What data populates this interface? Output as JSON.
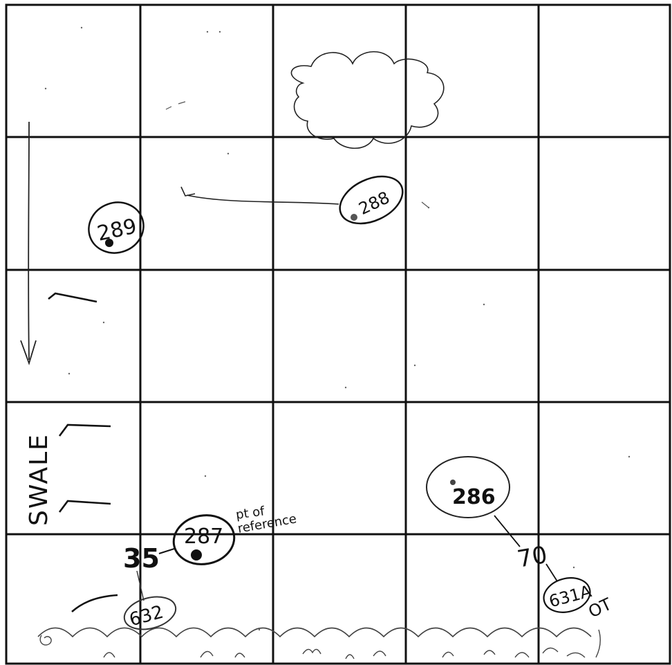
{
  "sketch": {
    "swale_label": "SWALE",
    "trees": {
      "t289": "289",
      "t288": "288",
      "t287": "287",
      "t286": "286",
      "t632": "632",
      "t631A": "631A"
    },
    "reference_note_line1": "pt of",
    "reference_note_line2": "reference",
    "distance_to_632": "35",
    "distance_to_631A": "70",
    "ot_label": "OT"
  }
}
